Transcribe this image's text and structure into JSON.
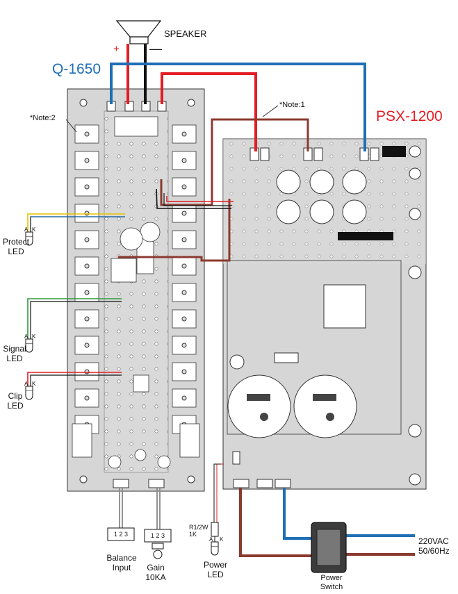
{
  "labels": {
    "q1650": "Q-1650",
    "psx1200": "PSX-1200",
    "speaker": "SPEAKER",
    "speaker_plus": "+",
    "speaker_minus": "—",
    "note1": "*Note:1",
    "note2": "*Note:2",
    "protect_led": "Protect\nLED",
    "signal_led": "Signal\nLED",
    "clip_led": "Clip\nLED",
    "balance_input": "Balance\nInput",
    "gain": "Gain\n10KA",
    "power_led": "Power\nLED",
    "power_switch": "Power\nSwitch",
    "ac_input": "220VAC\n50/60Hz",
    "r_power_led": "R1/2W\n1K",
    "led_a": "A",
    "led_k": "K",
    "connector_pins": "1 2 3"
  },
  "colors": {
    "q1650_title": "#1f6fb5",
    "psx_title": "#e21d24",
    "blue_wire": "#1f6fb5",
    "red_wire": "#e21d24",
    "brown_wire": "#8b3a2f",
    "black_wire": "#111111",
    "board_fill": "#d9d9d9"
  }
}
